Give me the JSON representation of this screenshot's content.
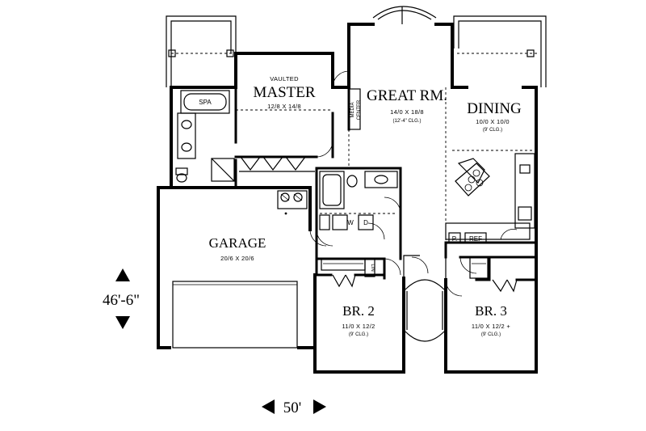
{
  "rooms": {
    "master": {
      "prefix": "VAULTED",
      "name": "MASTER",
      "size": "12/8 X 14/8"
    },
    "great_room": {
      "name": "GREAT RM.",
      "size": "14/0 X 18/8",
      "ceiling": "(12'-4\" CLG.)"
    },
    "dining": {
      "name": "DINING",
      "size": "10/0 X 10/0",
      "ceiling": "(9' CLG.)"
    },
    "garage": {
      "name": "GARAGE",
      "size": "20/6 X 20/6"
    },
    "br2": {
      "name": "BR. 2",
      "size": "11/0 X 12/2",
      "ceiling": "(9' CLG.)"
    },
    "br3": {
      "name": "BR. 3",
      "size": "11/0 X 12/2 +",
      "ceiling": "(9' CLG.)"
    }
  },
  "fixtures": {
    "spa": "SPA",
    "media_center": [
      "MEDIA",
      "CENTER"
    ],
    "washer": "W",
    "dryer": "D",
    "linen": "LIN",
    "pantry": "P.",
    "refrigerator": "REF"
  },
  "dimensions": {
    "depth": "46'-6\"",
    "width": "50'"
  }
}
